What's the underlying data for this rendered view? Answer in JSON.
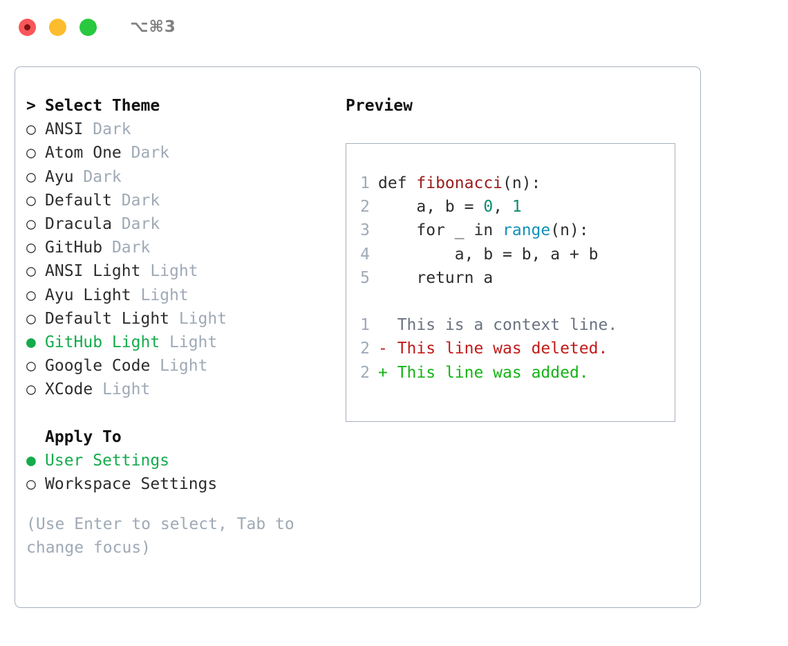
{
  "window": {
    "title": "⌥⌘3",
    "traffic_lights": [
      {
        "name": "close",
        "color": "#f9565a"
      },
      {
        "name": "minimize",
        "color": "#fbbd2e"
      },
      {
        "name": "zoom",
        "color": "#28c83f"
      }
    ]
  },
  "theme_picker": {
    "header": "> Select Theme",
    "caret": ">",
    "marker_selected": "●",
    "marker_unselected": "○",
    "themes": [
      {
        "name": "ANSI",
        "kind": "Dark",
        "selected": false
      },
      {
        "name": "Atom One",
        "kind": "Dark",
        "selected": false
      },
      {
        "name": "Ayu",
        "kind": "Dark",
        "selected": false
      },
      {
        "name": "Default",
        "kind": "Dark",
        "selected": false
      },
      {
        "name": "Dracula",
        "kind": "Dark",
        "selected": false
      },
      {
        "name": "GitHub",
        "kind": "Dark",
        "selected": false
      },
      {
        "name": "ANSI Light",
        "kind": "Light",
        "selected": false
      },
      {
        "name": "Ayu Light",
        "kind": "Light",
        "selected": false
      },
      {
        "name": "Default Light",
        "kind": "Light",
        "selected": false
      },
      {
        "name": "GitHub Light",
        "kind": "Light",
        "selected": true
      },
      {
        "name": "Google Code",
        "kind": "Light",
        "selected": false
      },
      {
        "name": "XCode",
        "kind": "Light",
        "selected": false
      }
    ]
  },
  "apply_to": {
    "header": "Apply To",
    "options": [
      {
        "label": "User Settings",
        "selected": true
      },
      {
        "label": "Workspace Settings",
        "selected": false
      }
    ]
  },
  "hint": "(Use Enter to select, Tab to change focus)",
  "preview": {
    "title": "Preview",
    "code_lines": [
      {
        "no": "1",
        "tokens": [
          {
            "t": "def ",
            "c": "plain"
          },
          {
            "t": "fibonacci",
            "c": "fn"
          },
          {
            "t": "(n):",
            "c": "plain"
          }
        ]
      },
      {
        "no": "2",
        "tokens": [
          {
            "t": "    a, b = ",
            "c": "plain"
          },
          {
            "t": "0",
            "c": "num"
          },
          {
            "t": ", ",
            "c": "plain"
          },
          {
            "t": "1",
            "c": "num"
          }
        ]
      },
      {
        "no": "3",
        "tokens": [
          {
            "t": "    for _ in ",
            "c": "plain"
          },
          {
            "t": "range",
            "c": "call"
          },
          {
            "t": "(n):",
            "c": "plain"
          }
        ]
      },
      {
        "no": "4",
        "tokens": [
          {
            "t": "        a, b = b, a + b",
            "c": "plain"
          }
        ]
      },
      {
        "no": "5",
        "tokens": [
          {
            "t": "    return a",
            "c": "plain"
          }
        ]
      }
    ],
    "diff_lines": [
      {
        "no": "1",
        "sign": "  ",
        "text": "This is a context line.",
        "kind": "context"
      },
      {
        "no": "2",
        "sign": "- ",
        "text": "This line was deleted.",
        "kind": "del"
      },
      {
        "no": "2",
        "sign": "+ ",
        "text": "This line was added.",
        "kind": "add"
      }
    ]
  },
  "colors": {
    "accent_green": "#14ab4c",
    "muted": "#9fa9b6",
    "border": "#a7b0bd",
    "fn_red": "#9b1c1c",
    "num_teal": "#0e8a6e",
    "call_blue": "#1291b8",
    "diff_del": "#c11a19",
    "diff_add": "#13b315"
  }
}
